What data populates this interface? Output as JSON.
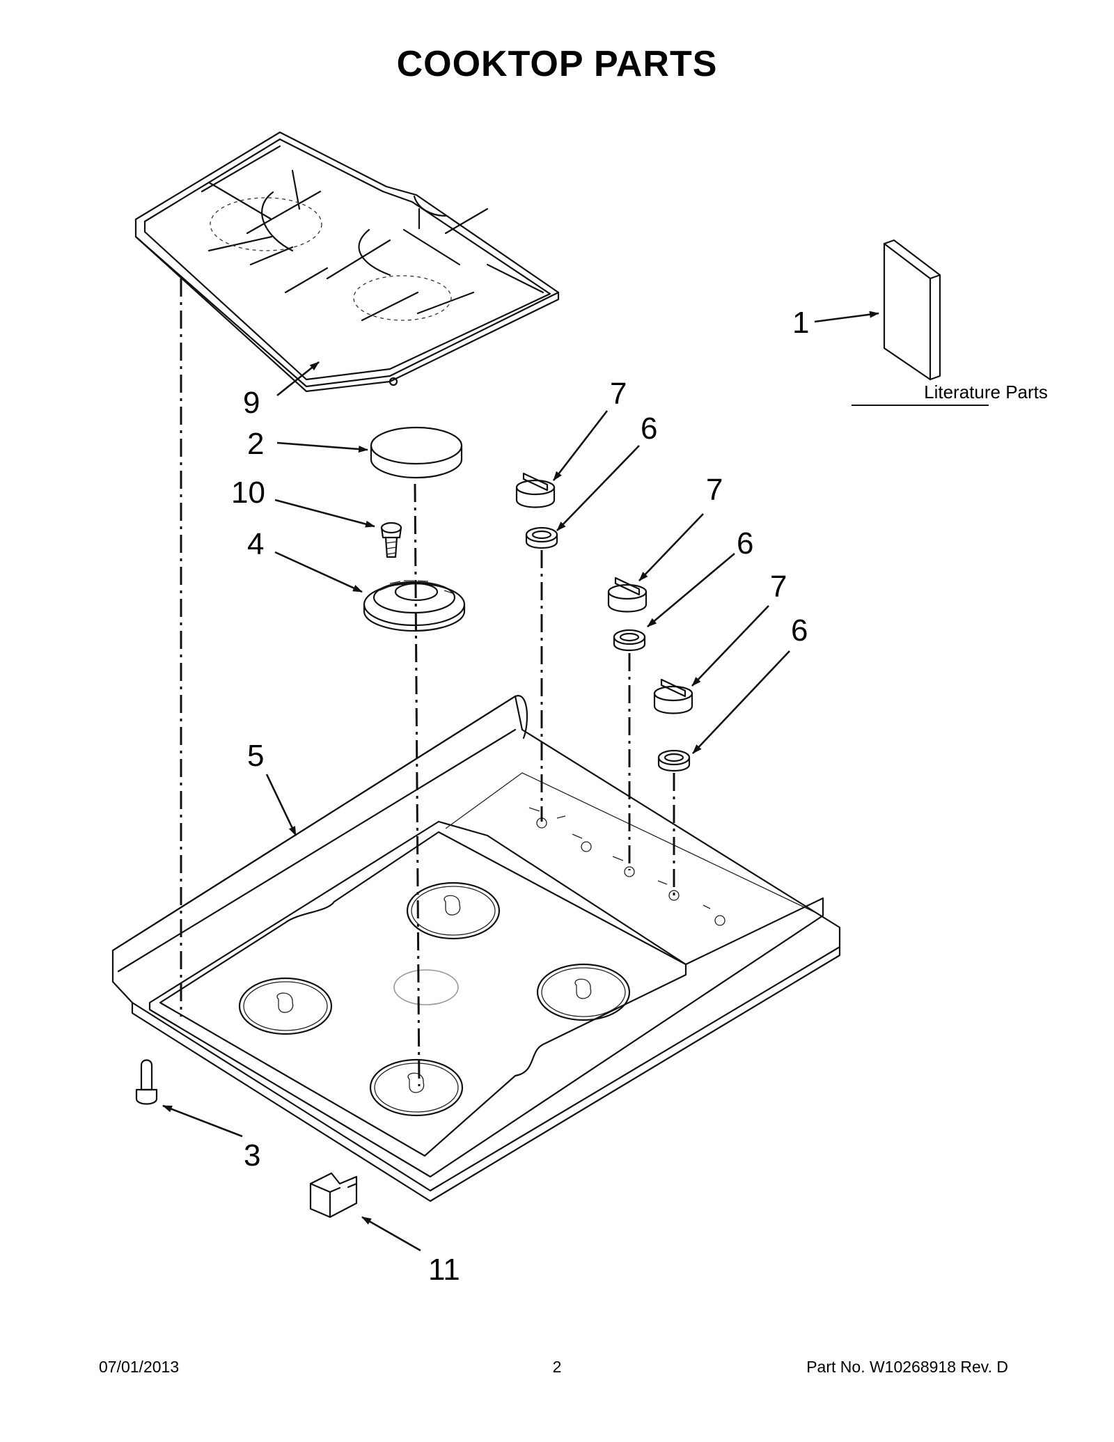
{
  "page": {
    "title": "COOKTOP  PARTS",
    "footer_date": "07/01/2013",
    "footer_page": "2",
    "footer_part": "Part No.  W10268918  Rev.  D"
  },
  "literature": {
    "label": "Literature Parts"
  },
  "callouts": {
    "c1": "1",
    "c2": "2",
    "c3": "3",
    "c4": "4",
    "c5": "5",
    "c6a": "6",
    "c6b": "6",
    "c6c": "6",
    "c7a": "7",
    "c7b": "7",
    "c7c": "7",
    "c9": "9",
    "c10": "10",
    "c11": "11"
  }
}
